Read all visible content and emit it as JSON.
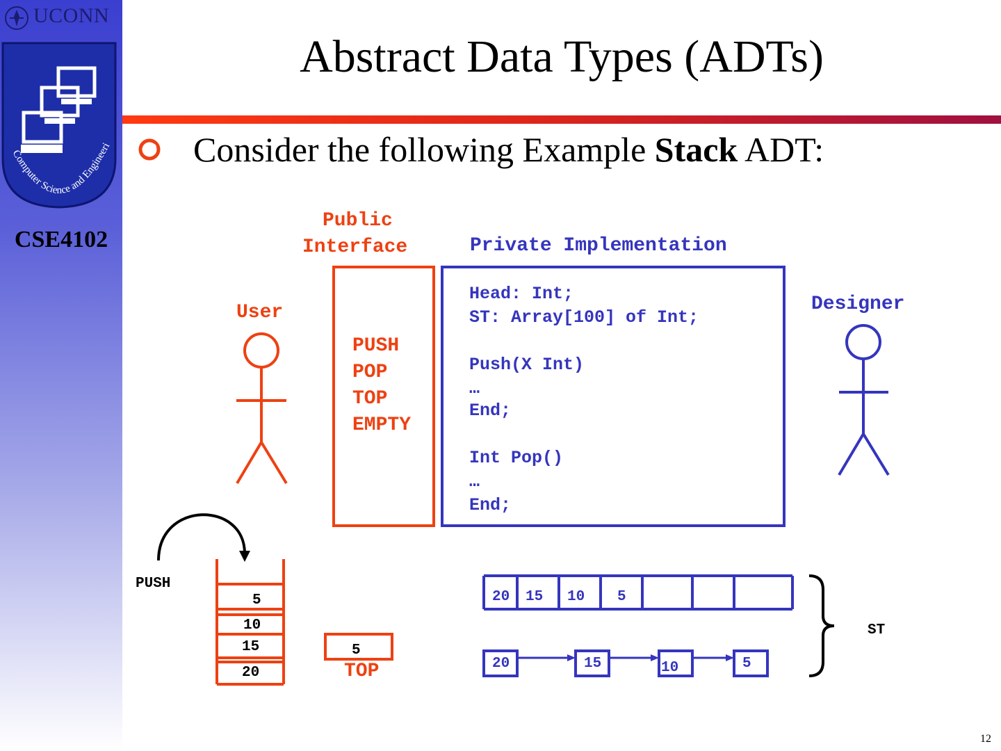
{
  "sidebar": {
    "brand_text": "UCONN",
    "logo_caption": "Computer Science and Engineering",
    "course": "CSE4102"
  },
  "slide": {
    "title": "Abstract Data Types (ADTs)",
    "bullet": {
      "prefix": "Consider the following Example ",
      "bold": "Stack",
      "suffix": " ADT:"
    },
    "page_number": "12"
  },
  "diagram": {
    "public_label_line1": "Public",
    "public_label_line2": "Interface",
    "private_label": "Private Implementation",
    "user_label": "User",
    "designer_label": "Designer",
    "operations": [
      "PUSH",
      "POP",
      "TOP",
      "EMPTY"
    ],
    "private_code": [
      "Head: Int;",
      "ST: Array[100] of Int;",
      "",
      "Push(X Int)",
      "…",
      "End;",
      "",
      "Int Pop()",
      "…",
      "End;"
    ],
    "push_label": "PUSH",
    "stack_values": [
      "5",
      "10",
      "15",
      "20"
    ],
    "top_value": "5",
    "top_label": "TOP",
    "array_values": [
      "20",
      "15",
      "10",
      "5"
    ],
    "list_values": [
      "20",
      "15",
      "10",
      "5"
    ],
    "st_label": "ST"
  },
  "colors": {
    "orange": "#ee4112",
    "blue": "#3535be",
    "accent_rule_start": "#ff3a12",
    "accent_rule_end": "#a01040"
  }
}
